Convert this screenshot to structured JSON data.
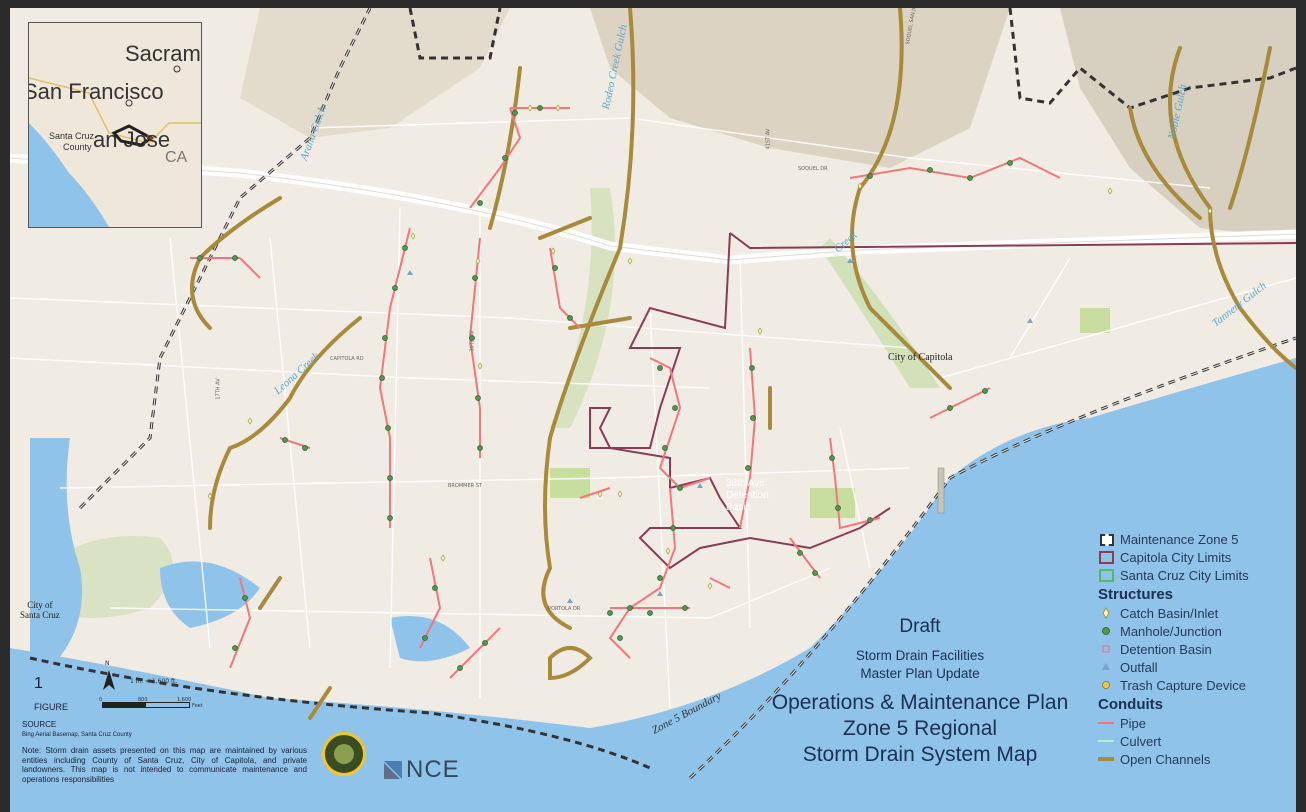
{
  "inset_map": {
    "labels": [
      "Sacramen",
      "San Francisco",
      "Santa Cruz",
      "County",
      "an Jose",
      "CA"
    ]
  },
  "places": {
    "capitola": "City of Capitola",
    "santa_cruz": "City of\nSanta Cruz",
    "detention_basin": "38th Ave.\nDetention\nBasin",
    "zone_boundary": "Zone 5 Boundary"
  },
  "creeks": [
    "Rodeo Creek Gulch",
    "Leona Creek",
    "Creek",
    "Noble Gulch",
    "Tannery Gulch",
    "Arana Gulch"
  ],
  "streets": [
    "CAPITOLA RD",
    "BROMMER ST",
    "PORTOLA DR",
    "SOQUEL DR",
    "41ST AV",
    "30TH AV",
    "17TH AV",
    "SOQUEL SAN JOSE RD"
  ],
  "legend": {
    "zone": "Maintenance Zone 5",
    "capitola_limits": "Capitola City Limits",
    "santa_cruz_limits": "Santa Cruz City Limits",
    "structures_head": "Structures",
    "catch_basin": "Catch Basin/Inlet",
    "manhole": "Manhole/Junction",
    "detention": "Detention Basin",
    "outfall": "Outfall",
    "trash": "Trash Capture Device",
    "conduits_head": "Conduits",
    "pipe": "Pipe",
    "culvert": "Culvert",
    "open_channels": "Open Channels"
  },
  "title": {
    "draft": "Draft",
    "sub1": "Storm Drain Facilities",
    "sub2": "Master Plan Update",
    "main1": "Operations & Maintenance Plan",
    "main2": "Zone 5 Regional",
    "main3": "Storm Drain System Map"
  },
  "figure": {
    "number": "1",
    "label": "FIGURE"
  },
  "scale": {
    "north": "N",
    "ratio": "1 in. = 1,600 ft.",
    "ticks": [
      "0",
      "800",
      "1,600"
    ],
    "unit": "Feet"
  },
  "source": {
    "head": "SOURCE",
    "text": "Bing Aerial Basemap, Santa Cruz County",
    "note": "Note: Storm drain assets presented on this map are maintained by various entities including County of Santa Cruz, City of Capitola, and private landowners. This map is not intended to communicate maintenance and operations responsibilities"
  },
  "logos": {
    "nce": "NCE"
  },
  "colors": {
    "ocean": "#8fc3ea",
    "land": "#f1ece3",
    "pipe": "#f0777b",
    "channel": "#a88a3c",
    "culvert": "#b7f0c7",
    "manhole": "#4f9a4a",
    "capitola": "#8a3b55",
    "zone": "#333333",
    "santa_cruz": "#58b86a",
    "freeway": "#ffffff",
    "title": "#1d2f52"
  }
}
